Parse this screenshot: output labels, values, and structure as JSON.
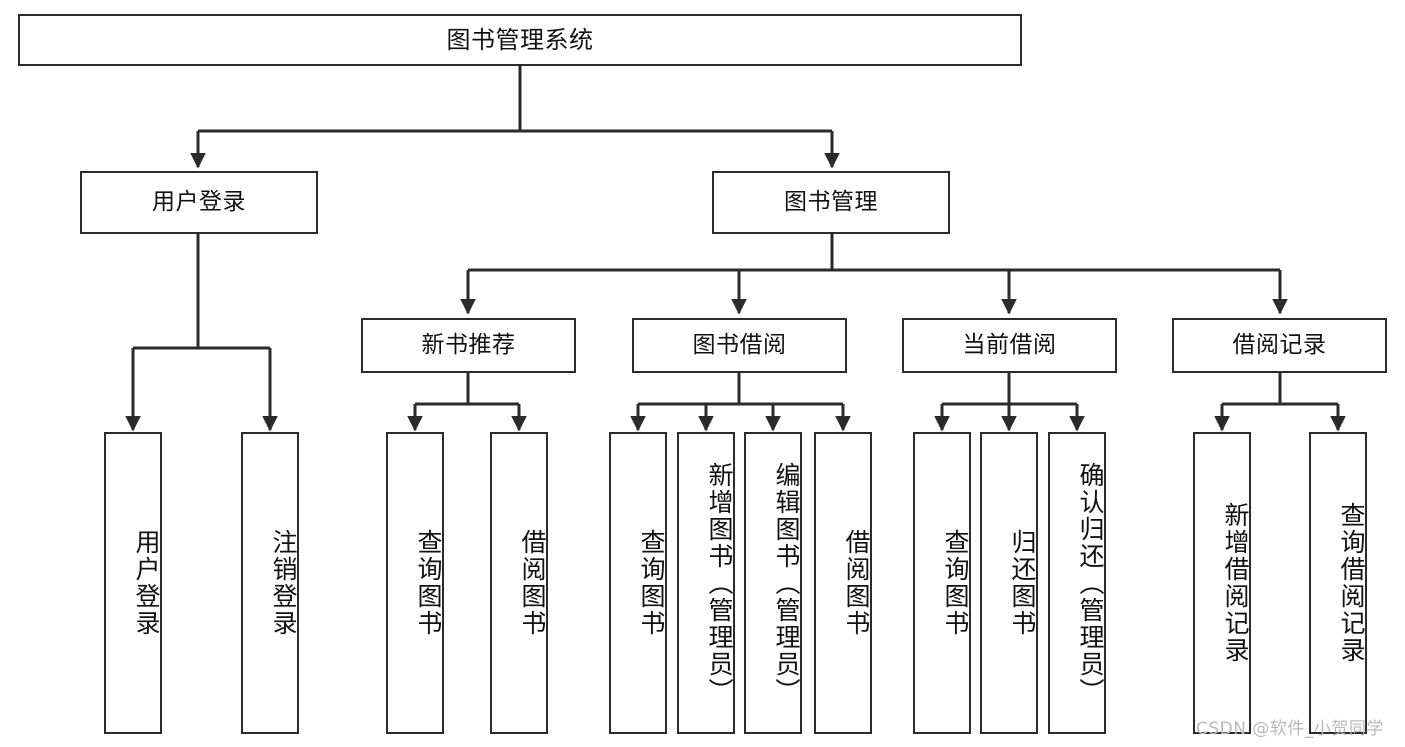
{
  "diagram": {
    "title": "图书管理系统",
    "type": "功能结构图",
    "background_color": "#ffffff",
    "line_color": "#2b2b2b",
    "text_color": "#111111"
  },
  "root": {
    "label": "图书管理系统"
  },
  "level2": [
    {
      "id": "user-login",
      "label": "用户登录"
    },
    {
      "id": "book-manage",
      "label": "图书管理"
    }
  ],
  "level3": [
    {
      "id": "new-book-recommend",
      "label": "新书推荐"
    },
    {
      "id": "book-borrow",
      "label": "图书借阅"
    },
    {
      "id": "current-borrow",
      "label": "当前借阅"
    },
    {
      "id": "borrow-record",
      "label": "借阅记录"
    }
  ],
  "leaves": {
    "user_login": [
      {
        "id": "leaf-user-login",
        "label": "用户登录"
      },
      {
        "id": "leaf-logout-login",
        "label": "注销登录"
      }
    ],
    "new_book_recommend": [
      {
        "id": "leaf-query-book-1",
        "label": "查询图书"
      },
      {
        "id": "leaf-borrow-book-1",
        "label": "借阅图书"
      }
    ],
    "book_borrow": [
      {
        "id": "leaf-query-book-2",
        "label": "查询图书"
      },
      {
        "id": "leaf-add-book",
        "label": "新增图书（管理员）"
      },
      {
        "id": "leaf-edit-book",
        "label": "编辑图书（管理员）"
      },
      {
        "id": "leaf-borrow-book-2",
        "label": "借阅图书"
      }
    ],
    "current_borrow": [
      {
        "id": "leaf-query-book-3",
        "label": "查询图书"
      },
      {
        "id": "leaf-return-book",
        "label": "归还图书"
      },
      {
        "id": "leaf-confirm-return",
        "label": "确认归还（管理员）"
      }
    ],
    "borrow_record": [
      {
        "id": "leaf-add-record",
        "label": "新增借阅记录"
      },
      {
        "id": "leaf-query-record",
        "label": "查询借阅记录"
      }
    ]
  },
  "watermark": {
    "text": "CSDN @软件_小贺同学"
  }
}
